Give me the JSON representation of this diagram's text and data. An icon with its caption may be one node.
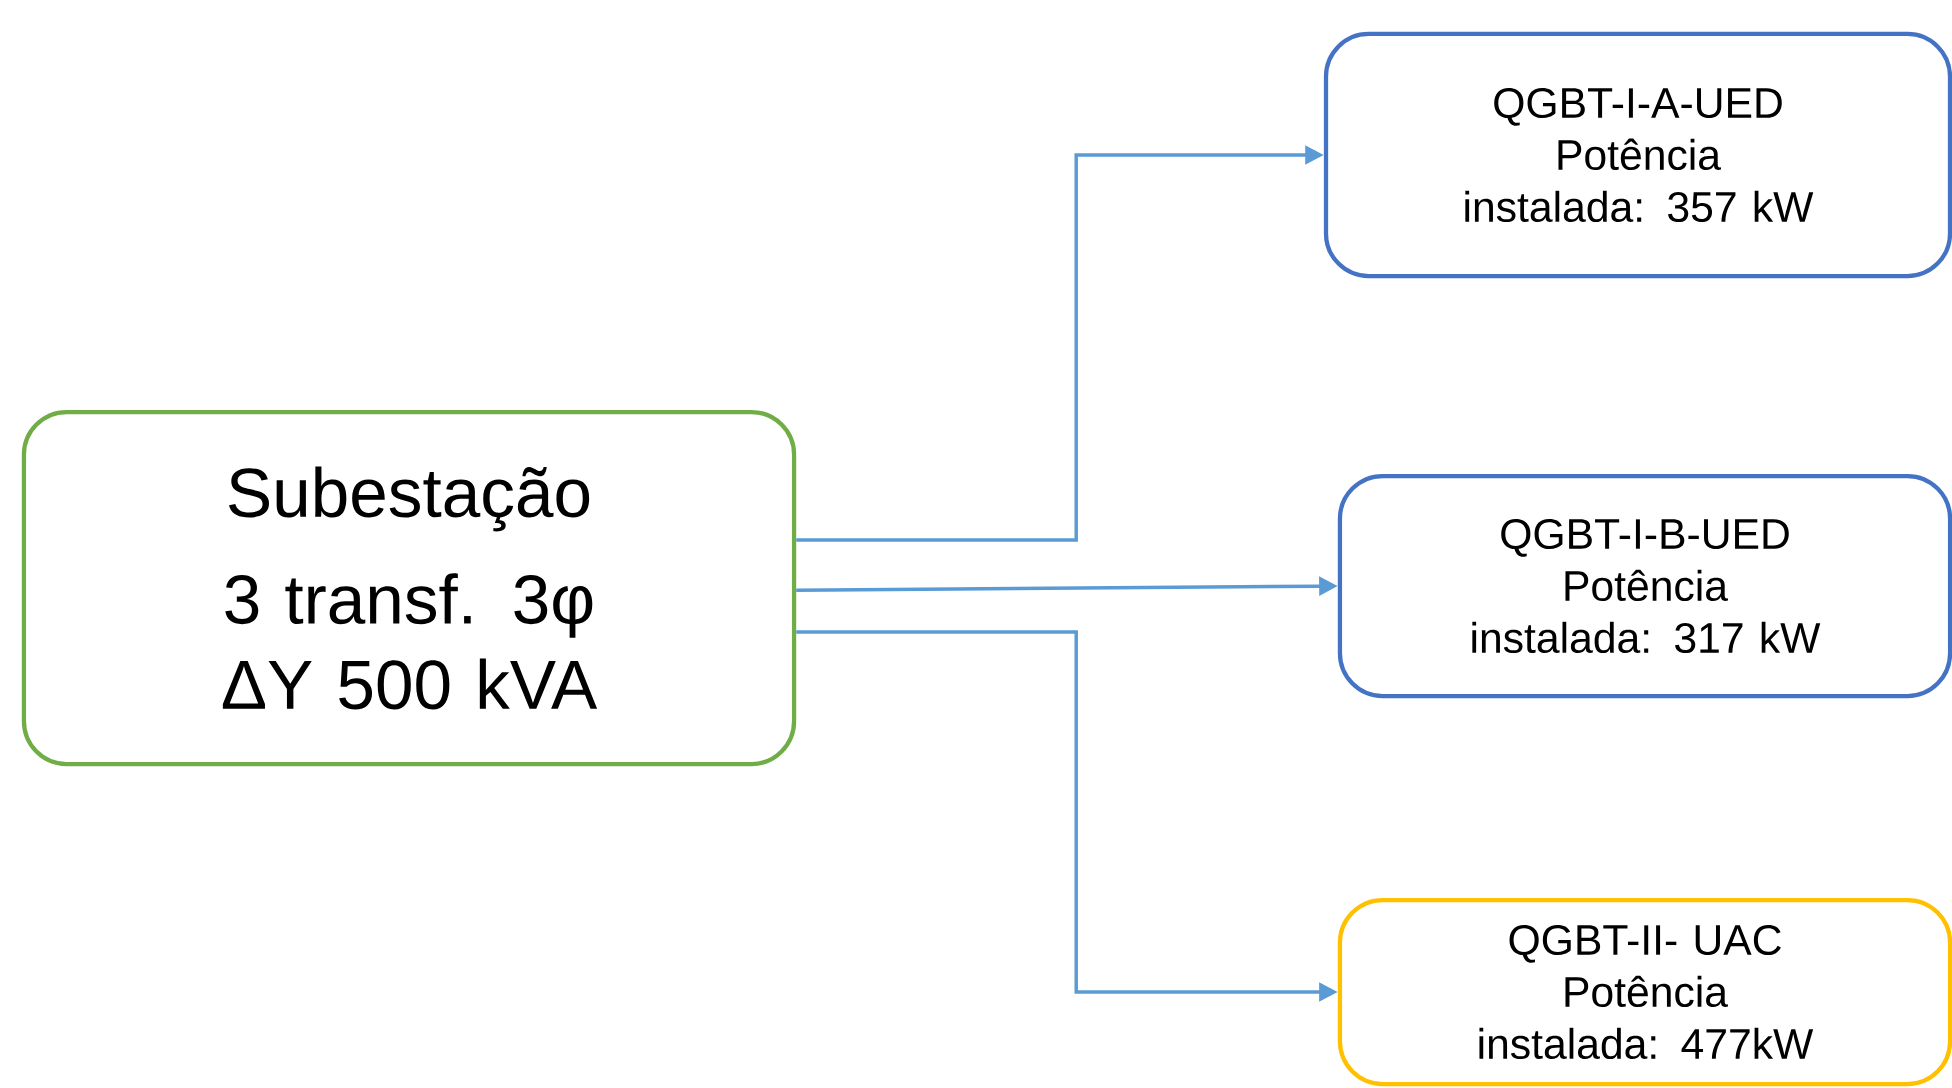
{
  "diagram": {
    "nodes": [
      {
        "text": [
          "Subestação",
          "3 transf. 3φ  ΔY 500 kVA"
        ]
      },
      {
        "text": [
          "QGBT-I-A-UED",
          "Potência instalada: 357 kW"
        ]
      },
      {
        "text": [
          "QGBT-I-B-UED",
          "Potência instalada: 317 kW"
        ]
      },
      {
        "text": [
          "QGBT-II- UAC",
          "Potência instalada: 477kW"
        ]
      }
    ],
    "edges": [
      {
        "from": 0,
        "to": 1,
        "arrow": "to"
      },
      {
        "from": 0,
        "to": 2,
        "arrow": "to"
      },
      {
        "from": 0,
        "to": 3,
        "arrow": "to"
      }
    ]
  }
}
